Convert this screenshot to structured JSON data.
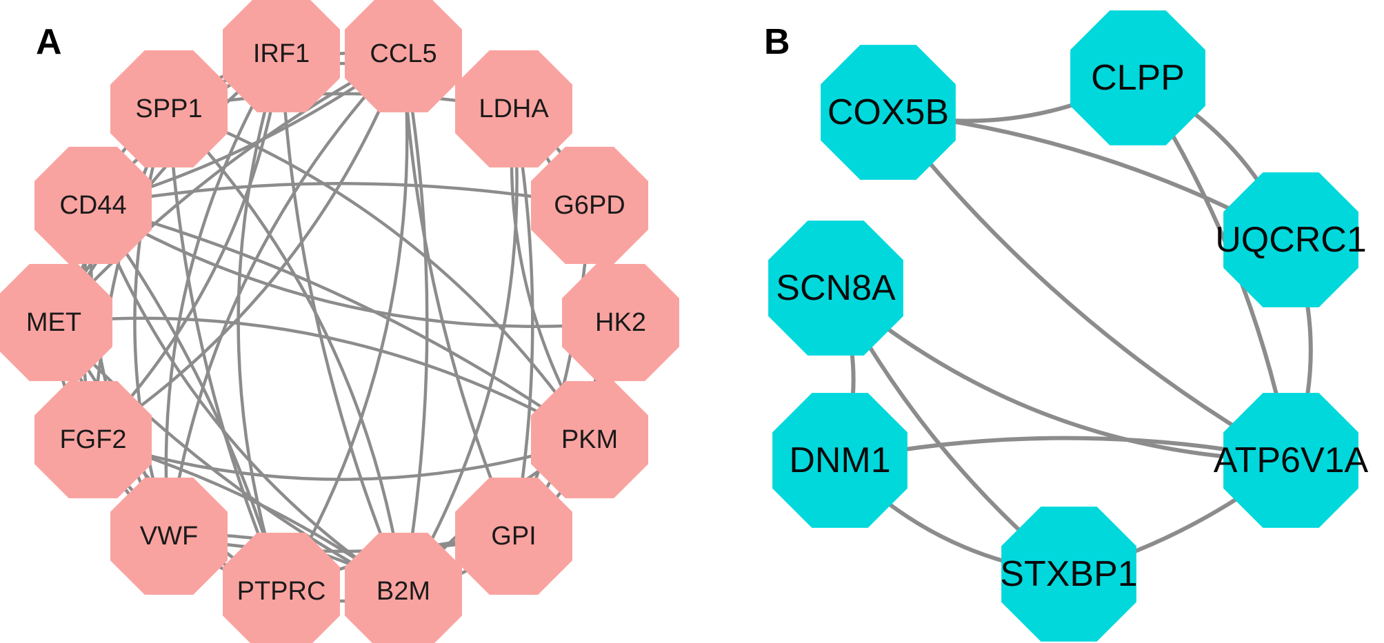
{
  "panels": [
    {
      "id": "A",
      "label": "A",
      "node_color": "#F9A3A0",
      "edge_color": "#8C8C8C",
      "nodes": [
        "IRF1",
        "CCL5",
        "SPP1",
        "LDHA",
        "CD44",
        "G6PD",
        "MET",
        "HK2",
        "FGF2",
        "PKM",
        "VWF",
        "GPI",
        "PTPRC",
        "B2M"
      ],
      "edges": [
        [
          "IRF1",
          "CCL5"
        ],
        [
          "IRF1",
          "SPP1"
        ],
        [
          "IRF1",
          "PTPRC"
        ],
        [
          "IRF1",
          "B2M"
        ],
        [
          "IRF1",
          "VWF"
        ],
        [
          "IRF1",
          "CD44"
        ],
        [
          "IRF1",
          "FGF2"
        ],
        [
          "IRF1",
          "MET"
        ],
        [
          "CCL5",
          "SPP1"
        ],
        [
          "CCL5",
          "CD44"
        ],
        [
          "CCL5",
          "PTPRC"
        ],
        [
          "CCL5",
          "B2M"
        ],
        [
          "CCL5",
          "FGF2"
        ],
        [
          "CCL5",
          "MET"
        ],
        [
          "CCL5",
          "VWF"
        ],
        [
          "CCL5",
          "GPI"
        ],
        [
          "SPP1",
          "CD44"
        ],
        [
          "SPP1",
          "PTPRC"
        ],
        [
          "SPP1",
          "B2M"
        ],
        [
          "SPP1",
          "FGF2"
        ],
        [
          "SPP1",
          "VWF"
        ],
        [
          "SPP1",
          "MET"
        ],
        [
          "SPP1",
          "PKM"
        ],
        [
          "SPP1",
          "LDHA"
        ],
        [
          "CD44",
          "MET"
        ],
        [
          "CD44",
          "FGF2"
        ],
        [
          "CD44",
          "VWF"
        ],
        [
          "CD44",
          "PTPRC"
        ],
        [
          "CD44",
          "B2M"
        ],
        [
          "CD44",
          "PKM"
        ],
        [
          "CD44",
          "HK2"
        ],
        [
          "CD44",
          "G6PD"
        ],
        [
          "MET",
          "FGF2"
        ],
        [
          "MET",
          "VWF"
        ],
        [
          "MET",
          "PTPRC"
        ],
        [
          "MET",
          "B2M"
        ],
        [
          "MET",
          "PKM"
        ],
        [
          "FGF2",
          "VWF"
        ],
        [
          "FGF2",
          "PTPRC"
        ],
        [
          "FGF2",
          "B2M"
        ],
        [
          "FGF2",
          "PKM"
        ],
        [
          "VWF",
          "PTPRC"
        ],
        [
          "VWF",
          "B2M"
        ],
        [
          "VWF",
          "GPI"
        ],
        [
          "PTPRC",
          "B2M"
        ],
        [
          "PTPRC",
          "GPI"
        ],
        [
          "LDHA",
          "G6PD"
        ],
        [
          "LDHA",
          "HK2"
        ],
        [
          "LDHA",
          "PKM"
        ],
        [
          "LDHA",
          "GPI"
        ],
        [
          "LDHA",
          "B2M"
        ],
        [
          "G6PD",
          "HK2"
        ],
        [
          "G6PD",
          "PKM"
        ],
        [
          "G6PD",
          "GPI"
        ],
        [
          "HK2",
          "PKM"
        ],
        [
          "HK2",
          "GPI"
        ],
        [
          "PKM",
          "GPI"
        ],
        [
          "PKM",
          "B2M"
        ],
        [
          "GPI",
          "B2M"
        ]
      ]
    },
    {
      "id": "B",
      "label": "B",
      "node_color": "#00D8DC",
      "edge_color": "#8C8C8C",
      "nodes": [
        "COX5B",
        "CLPP",
        "UQCRC1",
        "SCN8A",
        "ATP6V1A",
        "DNM1",
        "STXBP1"
      ],
      "edges": [
        [
          "COX5B",
          "CLPP"
        ],
        [
          "COX5B",
          "UQCRC1"
        ],
        [
          "CLPP",
          "UQCRC1"
        ],
        [
          "COX5B",
          "ATP6V1A"
        ],
        [
          "UQCRC1",
          "ATP6V1A"
        ],
        [
          "CLPP",
          "ATP6V1A"
        ],
        [
          "SCN8A",
          "DNM1"
        ],
        [
          "SCN8A",
          "STXBP1"
        ],
        [
          "SCN8A",
          "ATP6V1A"
        ],
        [
          "DNM1",
          "ATP6V1A"
        ],
        [
          "DNM1",
          "STXBP1"
        ],
        [
          "ATP6V1A",
          "STXBP1"
        ]
      ]
    }
  ]
}
